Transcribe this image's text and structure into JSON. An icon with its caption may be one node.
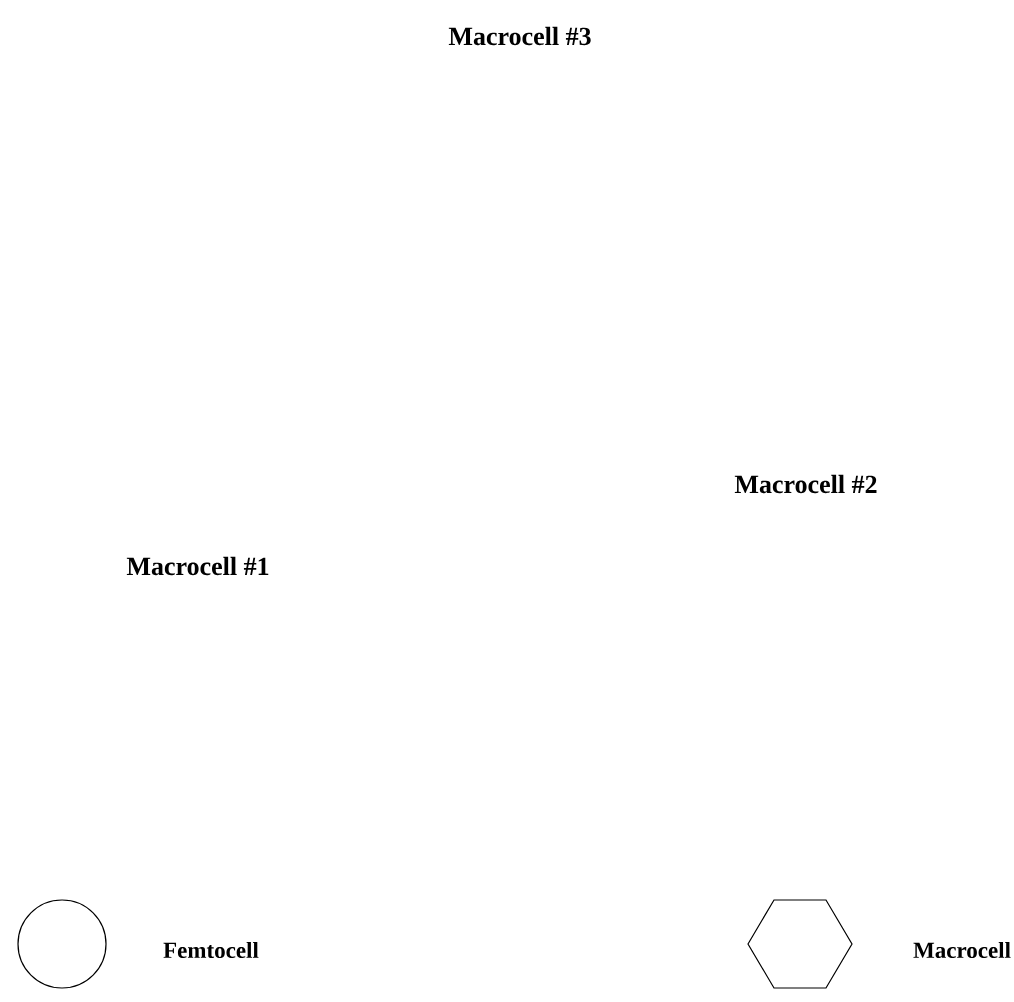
{
  "diagram": {
    "labels": [
      "Macrocell #3",
      "Macrocell #2",
      "Macrocell #1"
    ],
    "legend": [
      {
        "text": "Femtocell"
      },
      {
        "text": "Macrocell"
      }
    ]
  }
}
